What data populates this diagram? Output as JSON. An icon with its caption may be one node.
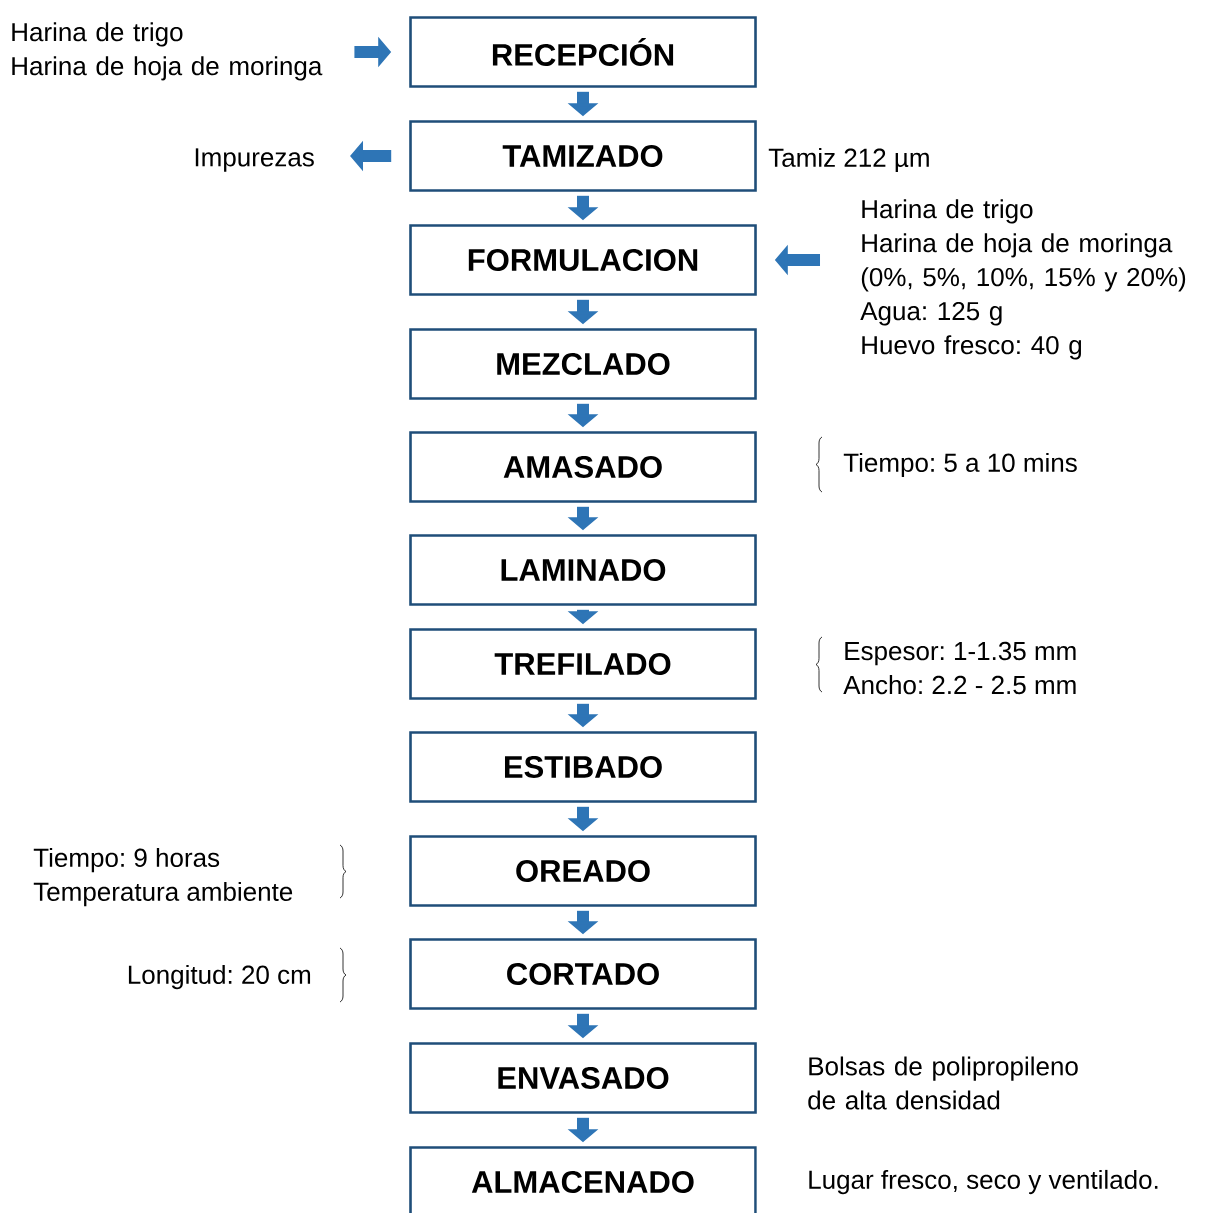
{
  "diagram": {
    "nodes": [
      {
        "text": [
          "RECEPCIÓN"
        ]
      },
      {
        "text": [
          "TAMIZADO"
        ],
        "beside": [
          "Tamiz 212 µm"
        ]
      },
      {
        "text": [
          "FORMULACION"
        ]
      },
      {
        "text": [
          "MEZCLADO"
        ]
      },
      {
        "text": [
          "AMASADO"
        ],
        "beside": [
          "Tiempo: 5 a 10 mins"
        ]
      },
      {
        "text": [
          "LAMINADO"
        ]
      },
      {
        "text": [
          "TREFILADO"
        ],
        "beside": [
          "Espesor: 1-1.35 mm",
          "Ancho: 2.2 - 2.5 mm"
        ]
      },
      {
        "text": [
          "ESTIBADO"
        ]
      },
      {
        "text": [
          "OREADO"
        ],
        "beside": [
          "Tiempo: 9 horas",
          "Temperatura ambiente"
        ]
      },
      {
        "text": [
          "CORTADO"
        ]
      },
      {
        "text": [
          "ENVASADO"
        ],
        "beside": [
          "Bolsas de polipropileno de alta densidad"
        ]
      },
      {
        "text": [
          "ALMACENADO"
        ],
        "beside": [
          "Lugar fresco, seco y ventilado."
        ]
      },
      {
        "text": [
          "Harina de trigo",
          "Harina de hoja de moringa"
        ]
      },
      {
        "text": [
          "Impurezas"
        ]
      },
      {
        "text": [
          "Harina de trigo",
          "Harina de hoja de moringa (0%, 5%, 10%, 15% y 20%)",
          "Agua: 125 g",
          "Huevo fresco: 40 g"
        ]
      }
    ],
    "edges": [
      {
        "from": 12,
        "to": 0,
        "arrow": "to"
      },
      {
        "from": 0,
        "to": 1,
        "arrow": "to"
      },
      {
        "from": 1,
        "to": 13,
        "arrow": "to"
      },
      {
        "from": 1,
        "to": 2,
        "arrow": "to"
      },
      {
        "from": 14,
        "to": 2,
        "arrow": "to"
      },
      {
        "from": 2,
        "to": 3,
        "arrow": "to"
      },
      {
        "from": 3,
        "to": 4,
        "arrow": "to"
      },
      {
        "from": 4,
        "to": 5,
        "arrow": "to"
      },
      {
        "from": 5,
        "to": 6,
        "arrow": "to"
      },
      {
        "from": 6,
        "to": 7,
        "arrow": "to"
      },
      {
        "from": 7,
        "to": 8,
        "arrow": "to"
      },
      {
        "from": 8,
        "to": 9,
        "arrow": "to"
      },
      {
        "from": 9,
        "to": 10,
        "arrow": "to"
      },
      {
        "from": 10,
        "to": 11,
        "arrow": "to"
      }
    ],
    "labels": [
      "Longitud: 20 cm"
    ]
  }
}
